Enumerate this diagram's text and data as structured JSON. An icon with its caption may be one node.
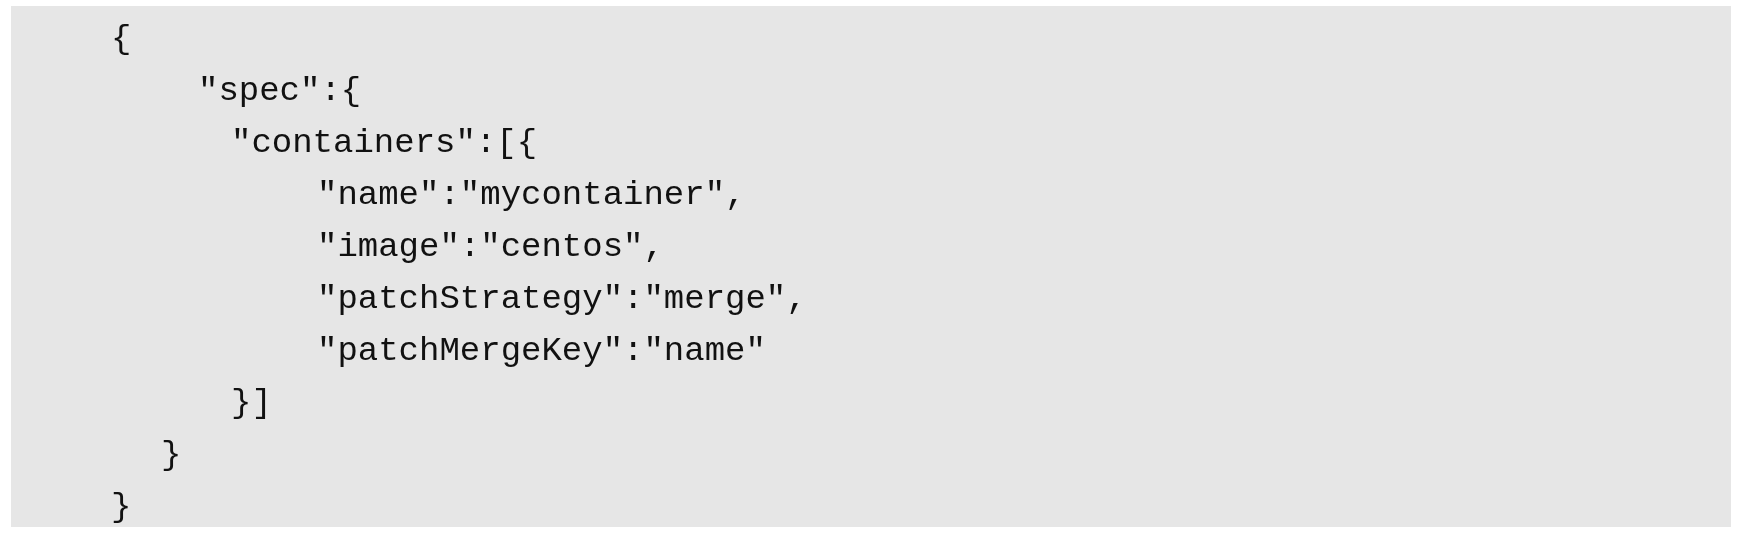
{
  "diagram": {
    "labels": [
      "{",
      "\"spec\":{",
      "\"containers\":[{",
      "\"name\":\"mycontainer\",",
      "\"image\":\"centos\",",
      "\"patchStrategy\":\"merge\",",
      "\"patchMergeKey\":\"name\"",
      "}]",
      "}",
      "}"
    ]
  }
}
